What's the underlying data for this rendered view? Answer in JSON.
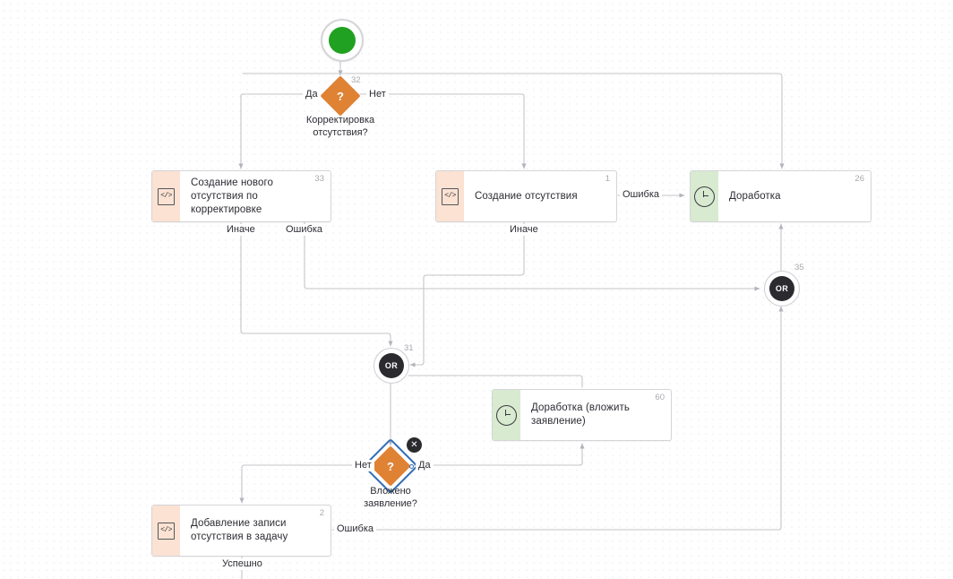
{
  "diagram": {
    "title": "Process flow diagram",
    "colors": {
      "start_green": "#21a121",
      "decision_orange": "#df8234",
      "script_strip": "#fbe2d2",
      "timer_strip": "#d8ead0",
      "gateway_dark": "#2b2a2e",
      "selection_blue": "#2f6cb5",
      "edge_gray": "#c6c4ca",
      "grid_dot": "#e3e1e6"
    },
    "nodes": {
      "start": {
        "name": "start-event",
        "icon": "start-circle-icon"
      },
      "gw32": {
        "number": "32",
        "question": "?",
        "caption_line1": "Корректировка",
        "caption_line2": "отсутствия?",
        "out_left": "Да",
        "out_right": "Нет"
      },
      "task33": {
        "number": "33",
        "title": "Создание нового отсутствия по корректировке",
        "icon": "script-code-icon",
        "out_left": "Иначе",
        "out_right": "Ошибка"
      },
      "task1": {
        "number": "1",
        "title": "Создание отсутствия",
        "icon": "script-code-icon",
        "out_bottom": "Иначе",
        "out_right": "Ошибка"
      },
      "task26": {
        "number": "26",
        "title": "Доработка",
        "icon": "timer-clock-icon"
      },
      "gw35": {
        "number": "35",
        "label": "OR"
      },
      "gw31": {
        "number": "31",
        "label": "OR"
      },
      "task60": {
        "number": "60",
        "title": "Доработка (вложить заявление)",
        "icon": "timer-clock-icon"
      },
      "gw_attached": {
        "question": "?",
        "caption_line1": "Вложено",
        "caption_line2": "заявление?",
        "out_left": "Нет",
        "out_right": "Да",
        "selected": true,
        "close_glyph": "✕"
      },
      "task2": {
        "number": "2",
        "title": "Добавление записи отсутствия в задачу",
        "icon": "script-code-icon",
        "out_bottom": "Успешно",
        "out_right": "Ошибка"
      }
    }
  }
}
